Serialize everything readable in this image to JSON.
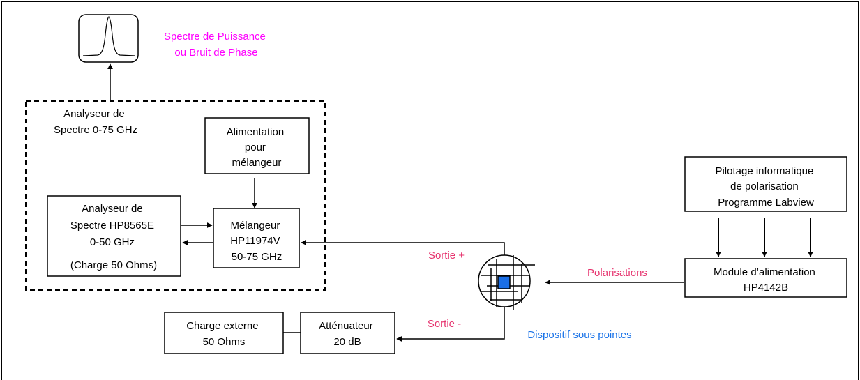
{
  "colors": {
    "magenta": "#ff00ff",
    "pink": "#e6336e",
    "blue": "#1a73e8",
    "chip": "#1a6ee6"
  },
  "spectrum_label": [
    "Spectre de Puissance",
    "ou Bruit de Phase"
  ],
  "analyzer_group_label": [
    "Analyseur de",
    "Spectre 0-75 GHz"
  ],
  "mixer_power": [
    "Alimentation",
    "pour",
    "mélangeur"
  ],
  "analyzer_hp": [
    "Analyseur de",
    "Spectre HP8565E",
    "0-50 GHz",
    "(Charge 50 Ohms)"
  ],
  "mixer": [
    "Mélangeur",
    "HP11974V",
    "50-75 GHz"
  ],
  "pilotage": [
    "Pilotage informatique",
    "de polarisation",
    "Programme Labview"
  ],
  "module": [
    "Module d’alimentation",
    "HP4142B"
  ],
  "load": [
    "Charge externe",
    "50 Ohms"
  ],
  "attenuator": [
    "Atténuateur",
    "20 dB"
  ],
  "sortie_plus": "Sortie +",
  "sortie_minus": "Sortie -",
  "polarisations": "Polarisations",
  "device": "Dispositif sous pointes"
}
